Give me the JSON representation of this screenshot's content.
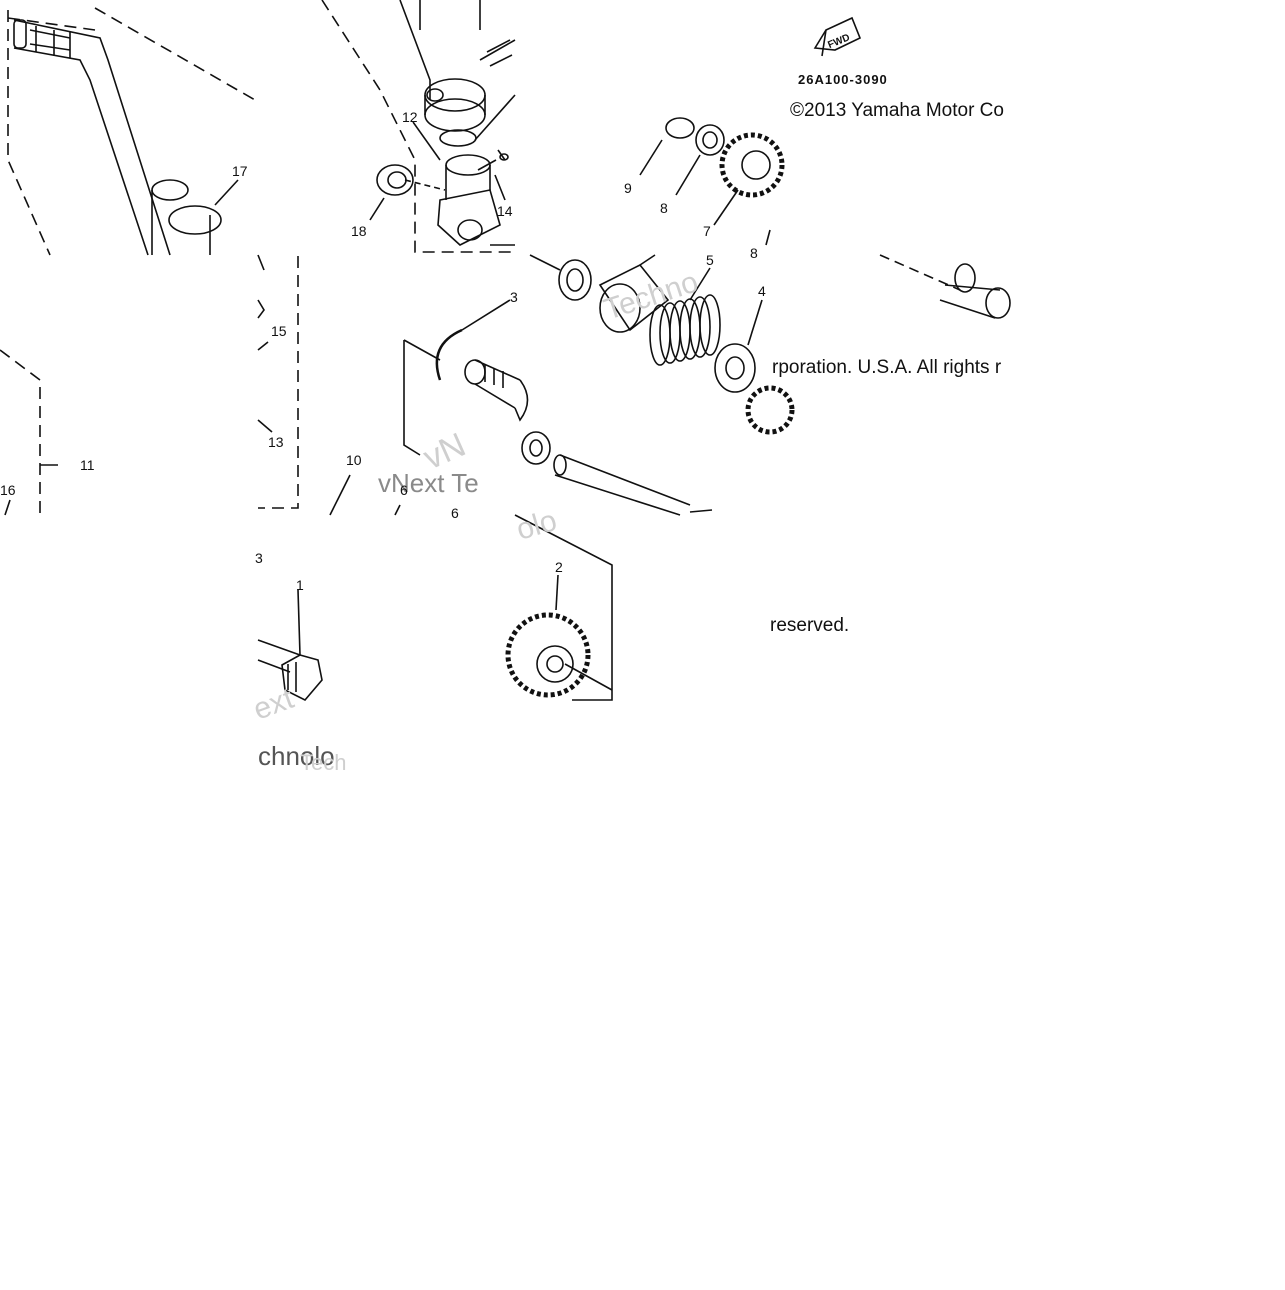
{
  "diagram": {
    "part_code": "26A100-3090",
    "fwd_label": "FWD",
    "copyright_line1": "©2013 Yamaha Motor Co",
    "copyright_line2": "rporation. U.S.A. All rights r",
    "copyright_line3": "reserved.",
    "watermarks": [
      "vNext Te",
      "Techno",
      "chnolo",
      "ext",
      "vN",
      "olo",
      "Tech"
    ],
    "callouts": [
      "1",
      "2",
      "3",
      "4",
      "5",
      "6",
      "6",
      "7",
      "8",
      "8",
      "9",
      "10",
      "11",
      "12",
      "13",
      "14",
      "15",
      "16",
      "17",
      "18"
    ]
  },
  "colors": {
    "ink": "#111111",
    "watermark": "#cfcfcf"
  }
}
